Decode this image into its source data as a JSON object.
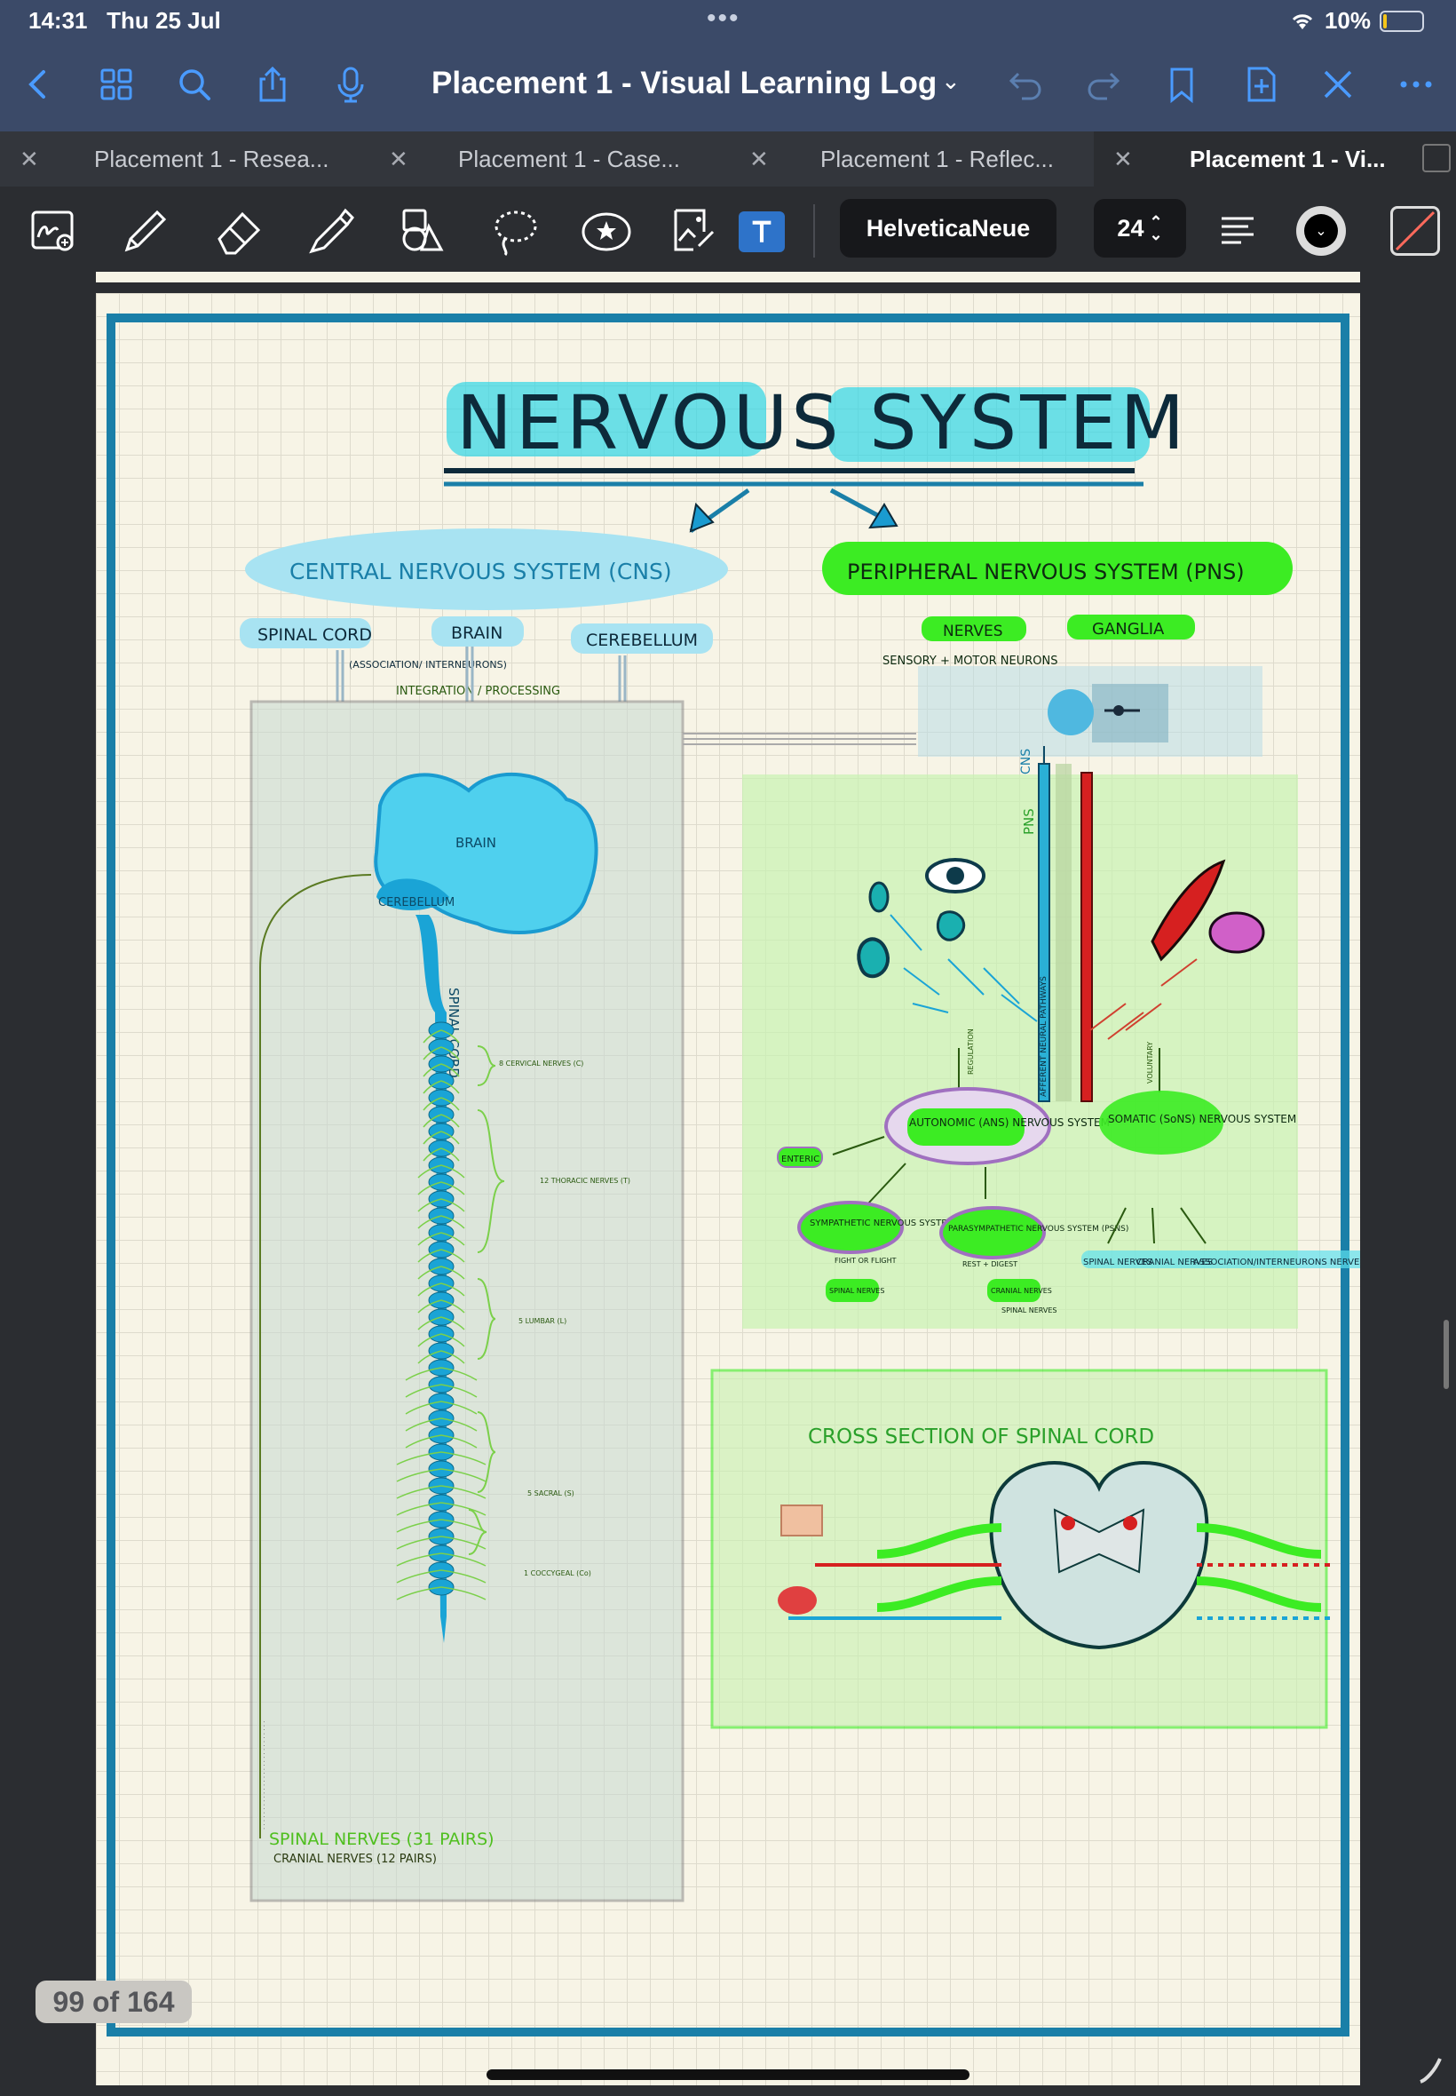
{
  "status": {
    "time": "14:31",
    "date": "Thu 25 Jul",
    "battery_text": "10%",
    "battery_level": 0.1
  },
  "titlebar": {
    "title": "Placement 1 - Visual Learning Log",
    "icons": [
      "back-chevron-icon",
      "grid-icon",
      "search-icon",
      "share-icon",
      "microphone-icon",
      "undo-icon",
      "redo-icon",
      "bookmark-icon",
      "add-page-icon",
      "close-icon",
      "more-icon"
    ]
  },
  "tabs": [
    {
      "label": "Placement 1 - Resea...",
      "active": false
    },
    {
      "label": "Placement 1 - Case...",
      "active": false
    },
    {
      "label": "Placement 1 - Reflec...",
      "active": false
    },
    {
      "label": "Placement 1 - Vi...",
      "active": true
    }
  ],
  "toolbar": {
    "tools": [
      "lasso-zoom-icon",
      "pen-icon",
      "eraser-icon",
      "highlighter-icon",
      "shapes-icon",
      "lasso-icon",
      "sticker-icon",
      "image-icon",
      "text-icon"
    ],
    "active_tool": "text-icon",
    "font_name": "HelveticaNeue",
    "font_size": "24",
    "text_color": "#000000"
  },
  "note": {
    "title": "NERVOUS SYSTEM",
    "cns": {
      "heading": "CENTRAL NERVOUS SYSTEM (CNS)",
      "spinal_cord": "SPINAL CORD",
      "brain": "BRAIN",
      "cerebellum": "CEREBELLUM",
      "assoc": "(ASSOCIATION/ INTERNEURONS)",
      "integration": "INTEGRATION / PROCESSING"
    },
    "pns": {
      "heading": "PERIPHERAL NERVOUS SYSTEM (PNS)",
      "nerves": "NERVES",
      "ganglia": "GANGLIA",
      "sensory_motor": "SENSORY + MOTOR NEURONS"
    },
    "diagram_labels": {
      "brain": "BRAIN",
      "cerebellum": "CEREBELLUM",
      "spinal_cord": "SPINAL CORD",
      "cervical": "8 CERVICAL NERVES (C)",
      "thoracic": "12 THORACIC NERVES (T)",
      "lumbar": "5 LUMBAR (L)",
      "sacral": "5 SACRAL (S)",
      "coccygeal": "1 COCCYGEAL (Co)",
      "spinal_nerves": "SPINAL NERVES (31 PAIRS)",
      "cranial_nerves": "CRANIAL NERVES (12 PAIRS)",
      "cns_vertical": "CNS",
      "pns_vertical": "PNS",
      "afferent": "AFFERENT NEURAL PATHWAYS",
      "regulation": "REGULATION",
      "voluntary": "VOLUNTARY"
    },
    "ans": {
      "autonomic": "AUTONOMIC (ANS) NERVOUS SYSTEM",
      "enteric": "ENTERIC",
      "sympathetic": "SYMPATHETIC NERVOUS SYSTEM (SNS)",
      "fight": "FIGHT OR FLIGHT",
      "parasympathetic": "PARASYMPATHETIC NERVOUS SYSTEM (PSNS)",
      "rest": "REST + DIGEST",
      "spinal_nerves": "SPINAL NERVES",
      "cranial_nerves": "CRANIAL NERVES",
      "spinal_nerves2": "SPINAL NERVES"
    },
    "somatic": {
      "label": "SOMATIC (SoNS) NERVOUS SYSTEM",
      "spinal": "SPINAL NERVES",
      "cranial": "CRANIAL NERVES",
      "assoc": "ASSOCIATION/INTERNEURONS NERVES"
    },
    "cross_section": {
      "title": "CROSS SECTION OF SPINAL CORD"
    }
  },
  "page_counter": "99 of 164"
}
